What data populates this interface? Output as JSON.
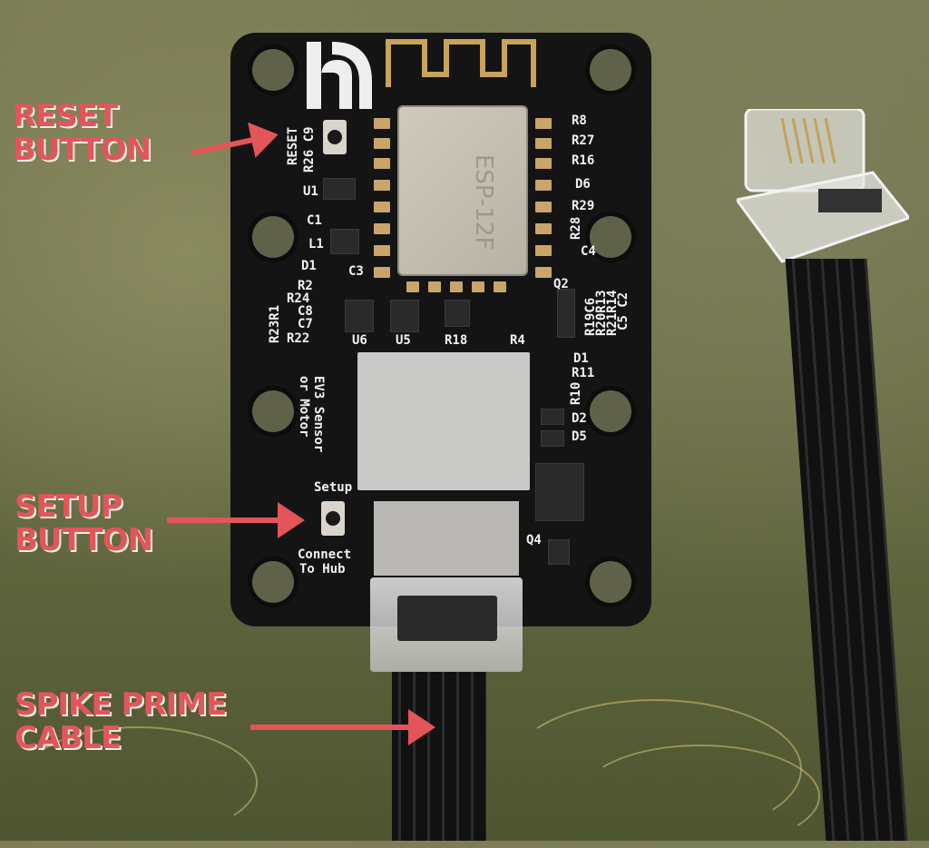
{
  "scene": {
    "description": "Photo of a black PCB adapter board with ESP-12F module, EV3 connector, and LEGO Spike Prime cable, with red annotation labels",
    "background_color": "#6b6f46",
    "pcb_color": "#141414",
    "annotation_color": "#e4555a"
  },
  "annotations": [
    {
      "line1": "RESET",
      "line2": "BUTTON"
    },
    {
      "line1": "SETUP",
      "line2": "BUTTON"
    },
    {
      "line1": "SPIKE PRIME",
      "line2": "CABLE"
    }
  ],
  "board": {
    "module_label": "ESP-12F",
    "silkscreen": {
      "reset": "RESET",
      "r26c9": "R26 C9",
      "u1": "U1",
      "c1": "C1",
      "l1": "L1",
      "d1": "D1",
      "c3": "C3",
      "r2": "R2",
      "r24": "R24",
      "c8": "C8",
      "c7": "C7",
      "r22": "R22",
      "r23r1": "R23R1",
      "u6": "U6",
      "u5": "U5",
      "r18": "R18",
      "r4": "R4",
      "r8": "R8",
      "r27": "R27",
      "r16": "R16",
      "d6": "D6",
      "r29": "R29",
      "r28": "R28",
      "c4": "C4",
      "q2": "Q2",
      "right_vertical_1": "R19C6",
      "right_vertical_2": "R20R13",
      "right_vertical_3": "R21R14",
      "right_vertical_4": "C5 C2",
      "d1b": "D1",
      "r11": "R11",
      "r10": "R10",
      "d2": "D2",
      "d5": "D5",
      "q4": "Q4",
      "ev3_line1": "EV3 Sensor",
      "ev3_line2": "or Motor",
      "setup": "Setup",
      "connect1": "Connect",
      "connect2": "To Hub"
    }
  }
}
